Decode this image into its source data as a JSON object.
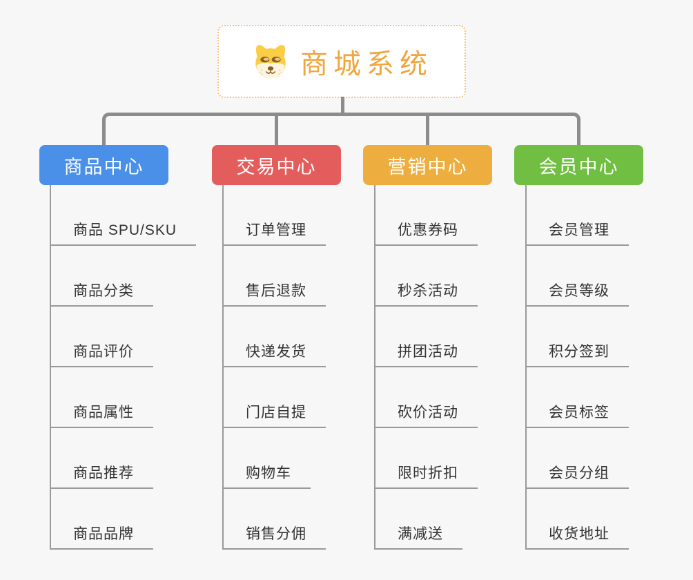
{
  "page": {
    "background_color": "#F7F7F7",
    "connector_color": "#8C8C8C",
    "subtopic_line_color": "#999999",
    "subtopic_text_color": "#333333"
  },
  "root": {
    "label": "商城系统",
    "icon": "dog-face-icon",
    "text_color": "#F0A63E",
    "border_color": "#F2C27E",
    "background": "#FFFFFF"
  },
  "branches": [
    {
      "label": "商品中心",
      "color": "#4A90E8",
      "children": [
        "商品 SPU/SKU",
        "商品分类",
        "商品评价",
        "商品属性",
        "商品推荐",
        "商品品牌"
      ]
    },
    {
      "label": "交易中心",
      "color": "#E45D5D",
      "children": [
        "订单管理",
        "售后退款",
        "快递发货",
        "门店自提",
        "购物车",
        "销售分佣"
      ]
    },
    {
      "label": "营销中心",
      "color": "#EEAD3F",
      "children": [
        "优惠券码",
        "秒杀活动",
        "拼团活动",
        "砍价活动",
        "限时折扣",
        "满减送"
      ]
    },
    {
      "label": "会员中心",
      "color": "#70BE42",
      "children": [
        "会员管理",
        "会员等级",
        "积分签到",
        "会员标签",
        "会员分组",
        "收货地址"
      ]
    }
  ]
}
